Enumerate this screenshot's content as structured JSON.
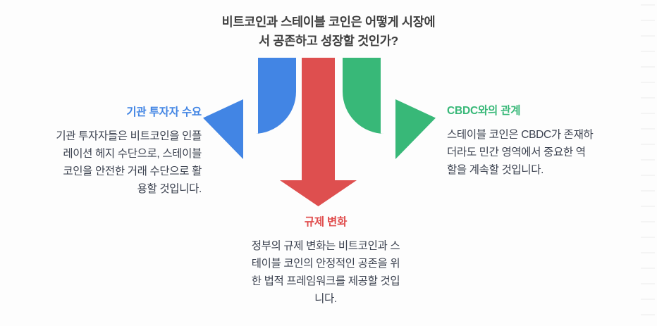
{
  "slide": {
    "background_color": "#fdfdfd",
    "title": "비트코인과 스테이블 코인은 어떻게 시장에\n서 공존하고 성장할 것인가?",
    "title_color": "#3f3f3f"
  },
  "branches": {
    "left": {
      "heading": "기관 투자자 수요",
      "heading_color": "#4285e4",
      "body": "기관 투자자들은 비트코인을 인플\n레이션 헤지 수단으로, 스테이블\n코인을 안전한 거래 수단으로 활\n용할 것입니다.",
      "body_color": "#3c4250",
      "arrow": {
        "icon": "curved-arrow-left-icon",
        "color": "#4285e4",
        "direction": "left"
      }
    },
    "bottom": {
      "heading": "규제 변화",
      "heading_color": "#e04c4c",
      "body": "정부의 규제 변화는 비트코인과 스\n테이블 코인의 안정적인 공존을 위\n한 법적 프레임워크를 제공할 것입\n니다.",
      "body_color": "#3c4250",
      "arrow": {
        "icon": "arrow-down-icon",
        "color": "#de4f4f",
        "direction": "down"
      }
    },
    "right": {
      "heading": "CBDC와의 관계",
      "heading_color": "#38b878",
      "body": "스테이블 코인은 CBDC가 존재하\n더라도 민간 영역에서 중요한 역\n할을 계속할 것입니다.",
      "body_color": "#3c4250",
      "arrow": {
        "icon": "curved-arrow-right-icon",
        "color": "#38b878",
        "direction": "right"
      }
    }
  }
}
